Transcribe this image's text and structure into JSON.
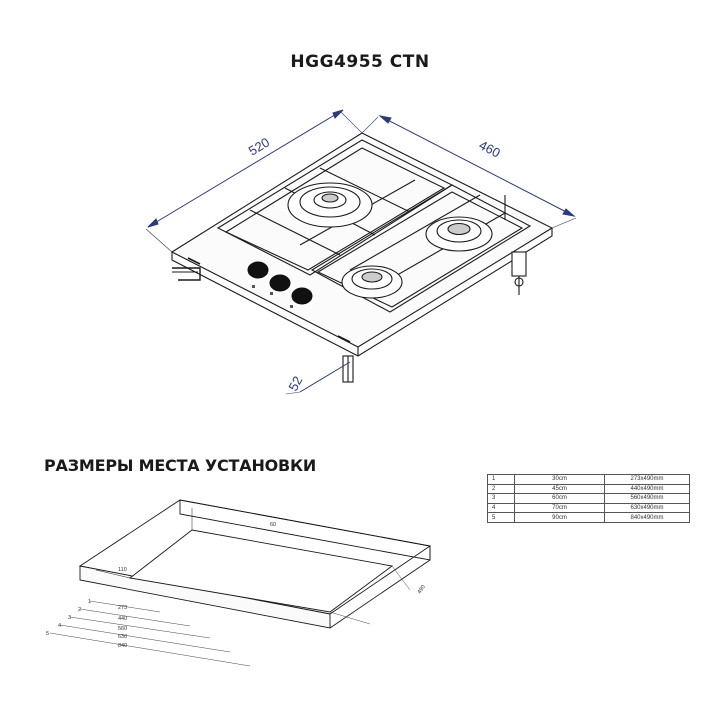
{
  "title": "HGG4955 CTN",
  "hob_dimensions": {
    "width": "520",
    "depth": "460",
    "height": "52"
  },
  "section_title": "РАЗМЕРЫ МЕСТА УСТАНОВКИ",
  "cutout": {
    "back_offset": "60",
    "side_offset": "110",
    "depth": "490",
    "row_numbers": [
      "1",
      "2",
      "3",
      "4",
      "5"
    ],
    "widths": [
      "273",
      "440",
      "560",
      "630",
      "840"
    ]
  },
  "size_table": [
    {
      "n": "1",
      "size": "30cm",
      "cutout": "273x490mm"
    },
    {
      "n": "2",
      "size": "45cm",
      "cutout": "440x490mm"
    },
    {
      "n": "3",
      "size": "60cm",
      "cutout": "560x490mm"
    },
    {
      "n": "4",
      "size": "70cm",
      "cutout": "630x490mm"
    },
    {
      "n": "5",
      "size": "90cm",
      "cutout": "840x490mm"
    }
  ],
  "colors": {
    "dimension_line": "#2b3a7a",
    "drawing_line": "#1a1a1a"
  }
}
